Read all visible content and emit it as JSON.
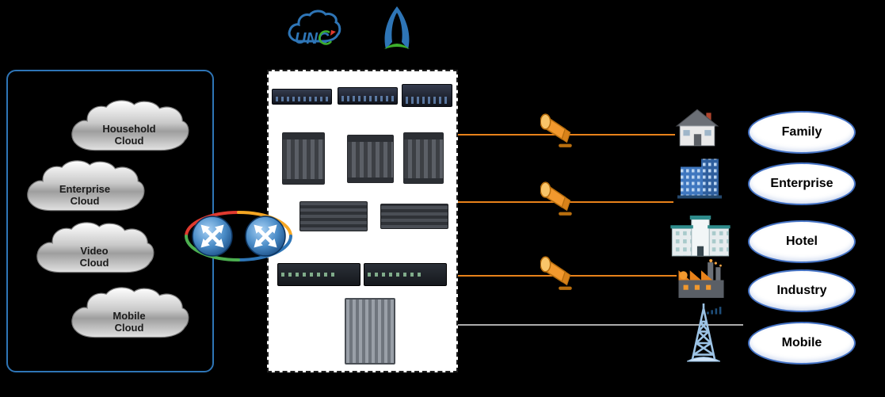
{
  "left_panel": {
    "clouds": [
      {
        "line1": "Household",
        "line2": "Cloud"
      },
      {
        "line1": "Enterprise",
        "line2": "Cloud"
      },
      {
        "line1": "Video",
        "line2": "Cloud"
      },
      {
        "line1": "Mobile",
        "line2": "Cloud"
      }
    ]
  },
  "logos": {
    "unc_text": "UNC"
  },
  "right_panel": {
    "items": [
      {
        "label": "Family"
      },
      {
        "label": "Enterprise"
      },
      {
        "label": "Hotel"
      },
      {
        "label": "Industry"
      },
      {
        "label": "Mobile"
      }
    ]
  },
  "colors": {
    "line_orange": "#E8821A",
    "line_gray": "#ABABAB",
    "oval_border": "#4472C4",
    "panel_border": "#2E75B6",
    "background": "#000000"
  }
}
